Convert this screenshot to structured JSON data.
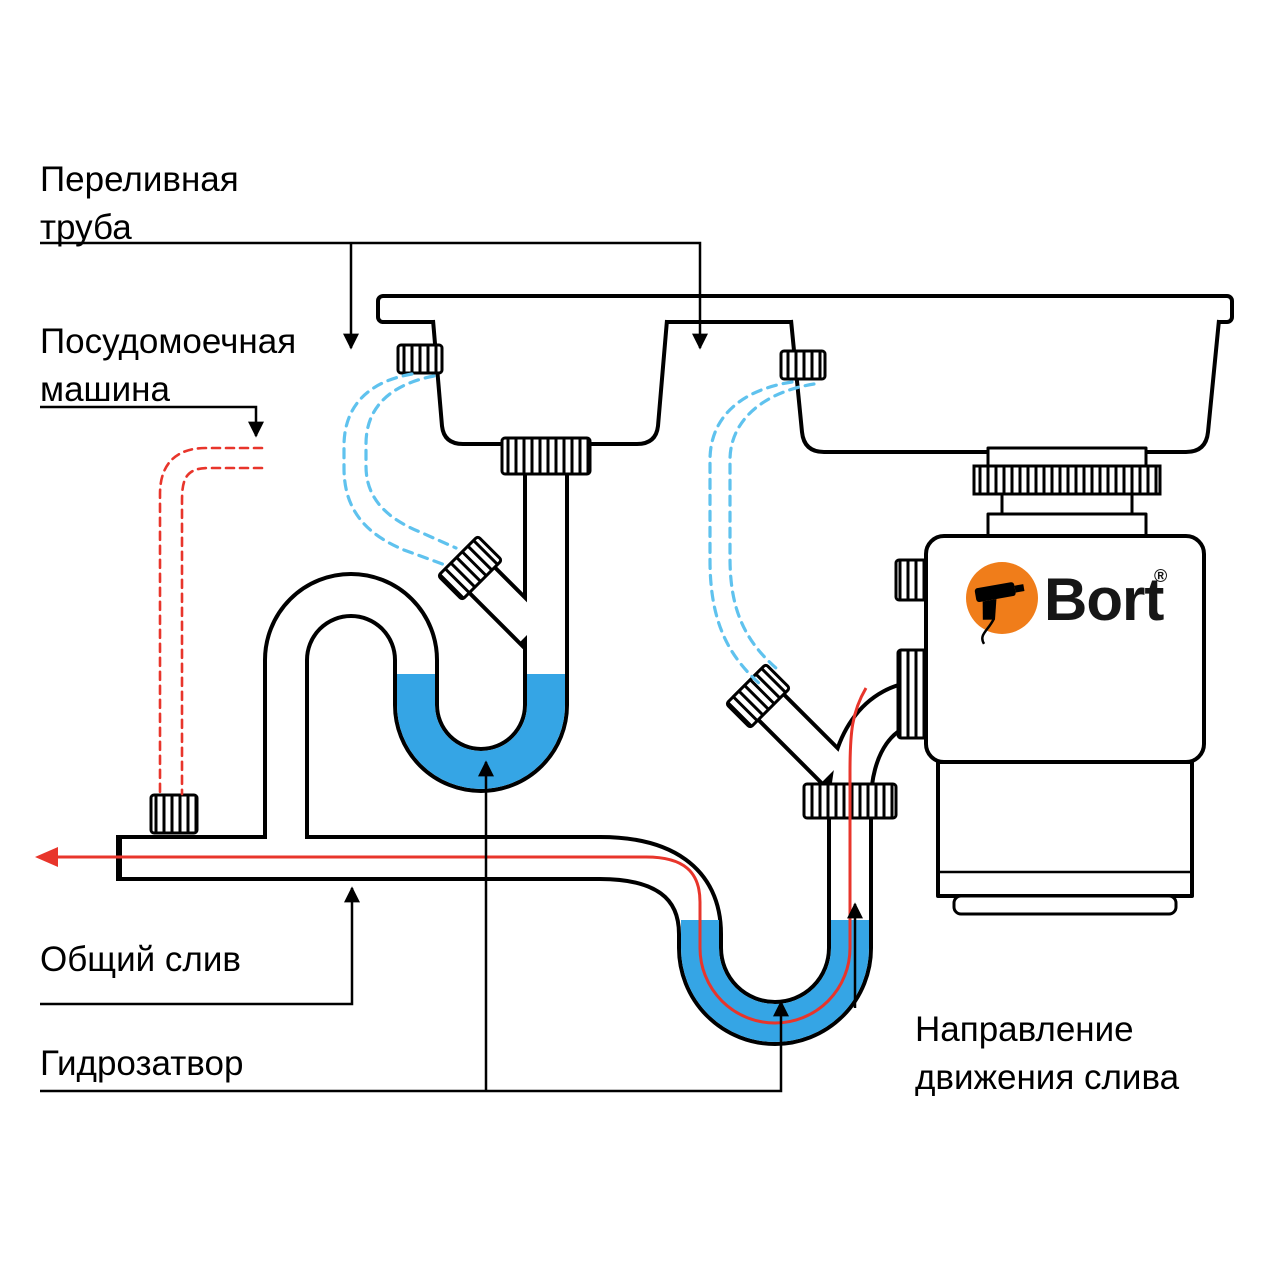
{
  "labels": {
    "overflow_pipe": "Переливная\nтруба",
    "dishwasher": "Посудомоечная\nмашина",
    "common_drain": "Общий слив",
    "water_trap": "Гидрозатвор",
    "flow_direction": "Направление\nдвижения слива"
  },
  "brand": {
    "name": "Bort",
    "registered": "®"
  },
  "colors": {
    "water": "#35a5e5",
    "overflow": "#5fc2ee",
    "dishwasher": "#e8352b",
    "flow": "#e8352b",
    "logo": "#f07d1a",
    "line": "#000000"
  }
}
